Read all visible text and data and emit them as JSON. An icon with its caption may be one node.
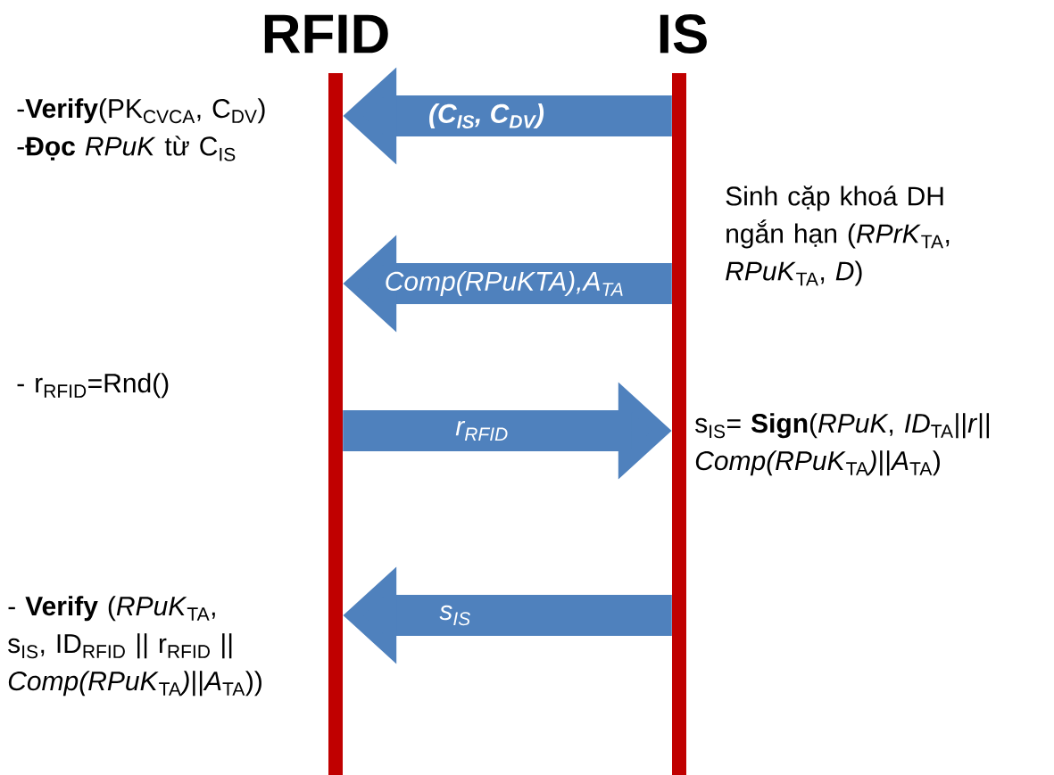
{
  "diagram": {
    "nodes": [
      {
        "text": [
          "RFID"
        ]
      },
      {
        "text": [
          "IS"
        ]
      }
    ],
    "edges": [
      {
        "from": 1,
        "to": 0,
        "arrow": "to",
        "label": "(C$_{IS}$, C$_{DV}$)"
      },
      {
        "from": 1,
        "to": 0,
        "arrow": "to",
        "label": "Comp(RPuKTA),A$_{TA}$"
      },
      {
        "from": 0,
        "to": 1,
        "arrow": "to",
        "label": "r$_{RFID}$"
      },
      {
        "from": 1,
        "to": 0,
        "arrow": "to",
        "label": "s$_{IS}$"
      }
    ],
    "labels": [
      "-**Verify**(PK$_{CVCA}$, C$_{DV}$)",
      "-**Đọc** *RPuK* từ C$_{IS}$",
      "Sinh cặp khoá DH ngắn hạn (*RPrK*$_{TA}$, *RPuK*$_{TA}$, *D*)",
      "- r$_{RFID}$=Rnd()",
      "s$_{IS}$= **Sign**(*RPuK*, *ID*$_{TA}$||*r*|| *Comp(RPuK*$_{TA}$*)*||*A*$_{TA}$)",
      "- **Verify** (*RPuK*$_{TA}$, s$_{IS}$, ID$_{RFID}$ || r$_{RFID}$ || *Comp(RPuK*$_{TA}$*)*||*A*$_{TA}$))"
    ]
  }
}
